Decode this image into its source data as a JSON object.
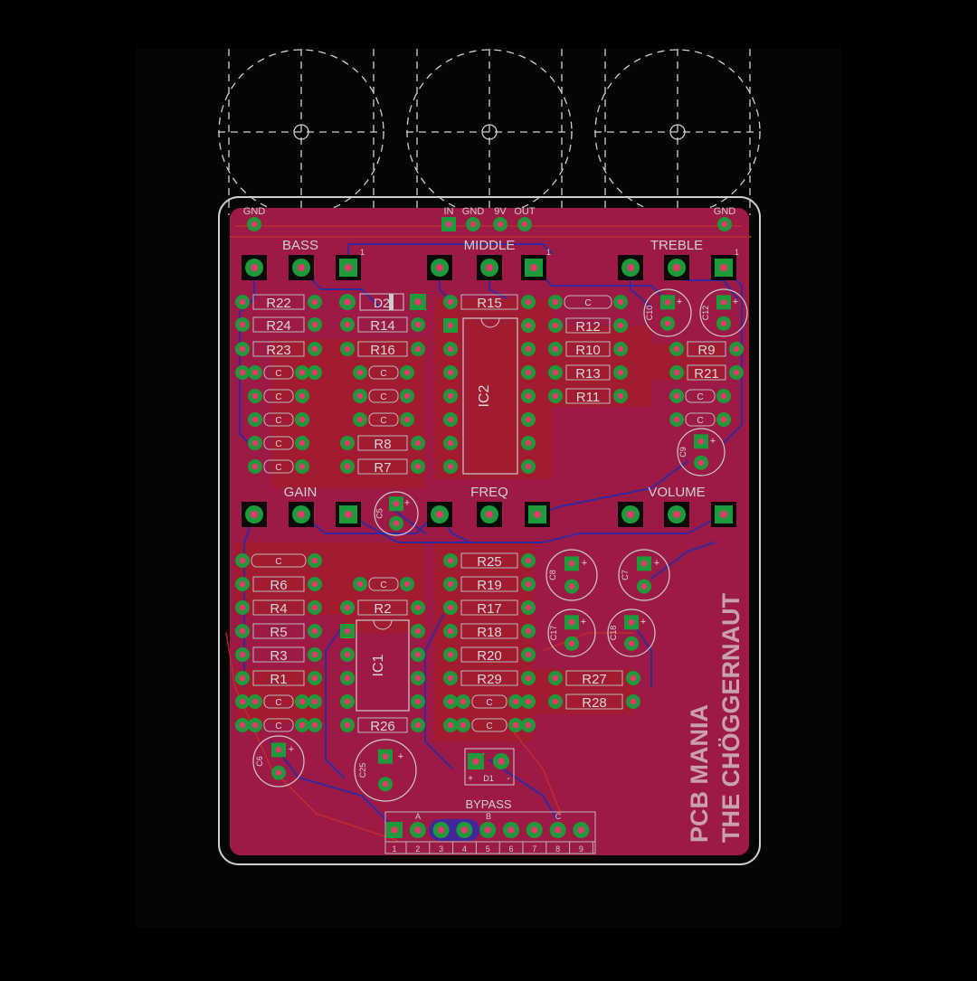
{
  "colors": {
    "background": "#000000",
    "board": "#9c1a45",
    "copper_top": "#b0202a",
    "copper_bottom": "#2a2aa8",
    "pad_ring": "#1f9a3a",
    "pad_hole": "#e23a6a",
    "silk": "#c8c8c8",
    "brand_text": "#c9a0b0"
  },
  "board": {
    "brand_line1": "PCB MANIA",
    "brand_line2": "THE CHÖGGERNAUT"
  },
  "connectors": {
    "gnd_left": "GND",
    "gnd_right": "GND",
    "in": "IN",
    "gnd": "GND",
    "nine_v": "9V",
    "out": "OUT"
  },
  "pots": {
    "bass": "BASS",
    "middle": "MIDDLE",
    "treble": "TREBLE",
    "gain": "GAIN",
    "freq": "FREQ",
    "volume": "VOLUME",
    "pin1": "1"
  },
  "bypass": {
    "label": "BYPASS",
    "group_a": "A",
    "group_b": "B",
    "group_c": "C",
    "pins": [
      "1",
      "2",
      "3",
      "4",
      "5",
      "6",
      "7",
      "8",
      "9"
    ]
  },
  "components": {
    "ics": [
      "IC2",
      "IC1"
    ],
    "diodes": [
      "D2",
      "D1"
    ],
    "resistors": [
      "R22",
      "R24",
      "R23",
      "R14",
      "R16",
      "R8",
      "R7",
      "R15",
      "R12",
      "R10",
      "R13",
      "R11",
      "R9",
      "R21",
      "R6",
      "R4",
      "R5",
      "R3",
      "R1",
      "R2",
      "R26",
      "R25",
      "R19",
      "R17",
      "R18",
      "R20",
      "R29",
      "R27",
      "R28"
    ],
    "capacitors": [
      "C10",
      "C12",
      "C9",
      "C5",
      "C8",
      "C7",
      "C17",
      "C18",
      "C6",
      "C25"
    ]
  }
}
